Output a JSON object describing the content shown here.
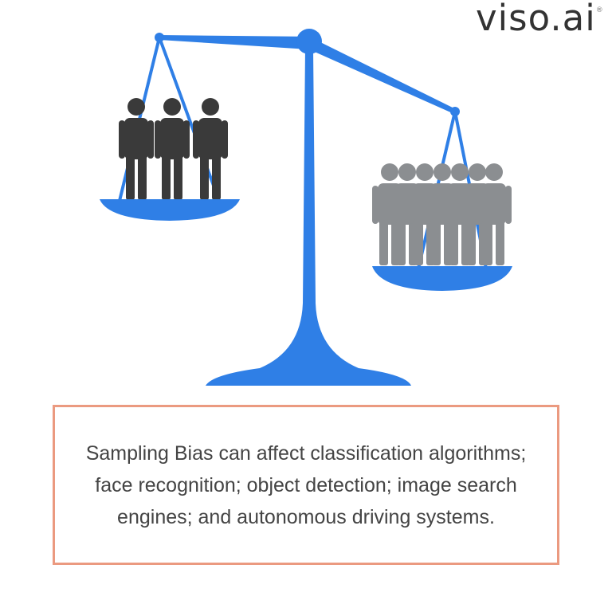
{
  "logo": {
    "text": "viso.ai",
    "mark": "®"
  },
  "caption": "Sampling Bias can affect classification algorithms; face recognition; object detection; image search engines; and autonomous driving systems.",
  "colors": {
    "scale": "#2f7fe6",
    "minority_people": "#3a3a3a",
    "majority_people": "#8b8e91",
    "caption_border": "#eb9a80"
  },
  "illustration": {
    "left_pan_people": 3,
    "right_pan_people": 7
  }
}
